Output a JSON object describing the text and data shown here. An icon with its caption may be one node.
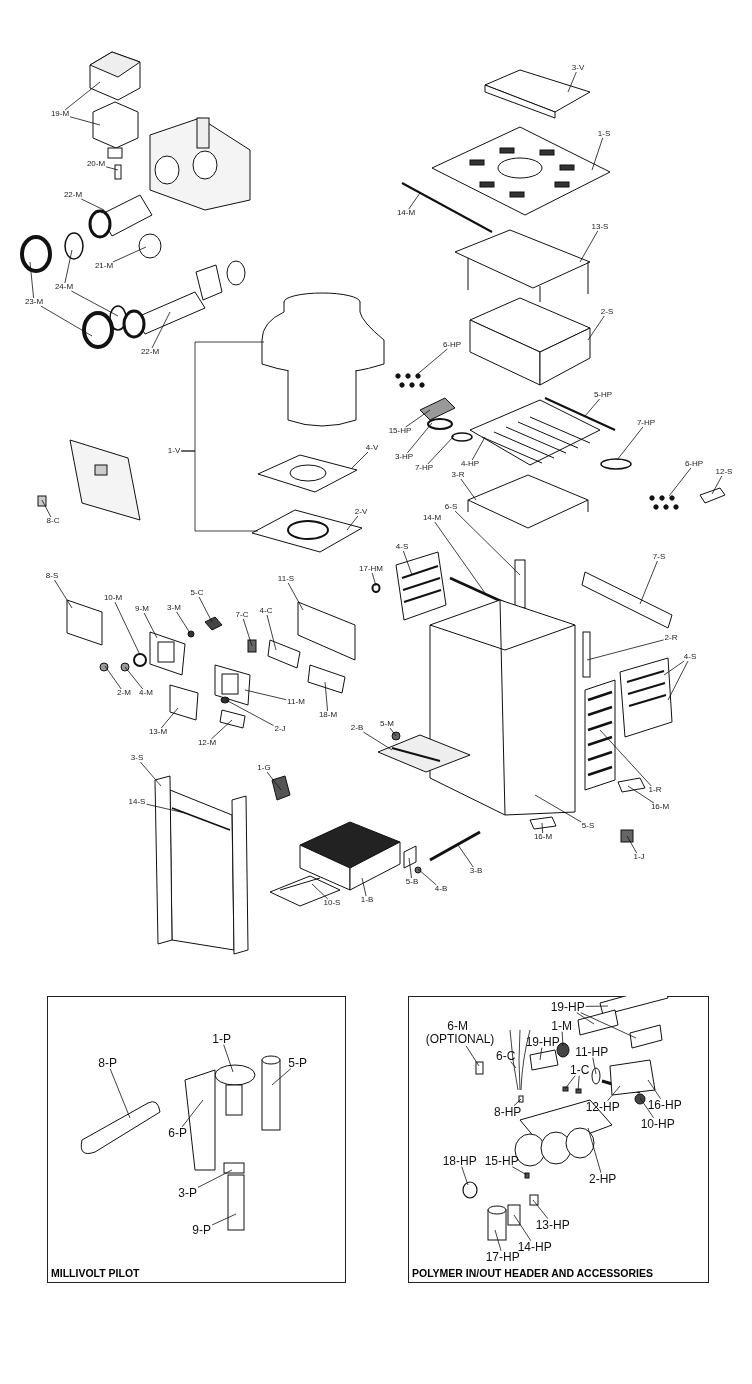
{
  "diagram": {
    "nodes": [
      {
        "text": [
          "19-M"
        ]
      },
      {
        "text": [
          "20-M"
        ]
      },
      {
        "text": [
          "22-M"
        ]
      },
      {
        "text": [
          "21-M"
        ]
      },
      {
        "text": [
          "24-M"
        ]
      },
      {
        "text": [
          "23-M"
        ]
      },
      {
        "text": [
          "22-M"
        ]
      },
      {
        "text": [
          "1-V"
        ]
      },
      {
        "text": [
          "4-V"
        ]
      },
      {
        "text": [
          "2-V"
        ]
      },
      {
        "text": [
          "8-C"
        ]
      },
      {
        "text": [
          "3-V"
        ]
      },
      {
        "text": [
          "1-S"
        ]
      },
      {
        "text": [
          "14-M"
        ]
      },
      {
        "text": [
          "13-S"
        ]
      },
      {
        "text": [
          "2-S"
        ]
      },
      {
        "text": [
          "6-HP"
        ]
      },
      {
        "text": [
          "15-HP"
        ]
      },
      {
        "text": [
          "3-HP"
        ]
      },
      {
        "text": [
          "7-HP"
        ]
      },
      {
        "text": [
          "4-HP"
        ]
      },
      {
        "text": [
          "5-HP"
        ]
      },
      {
        "text": [
          "7-HP"
        ]
      },
      {
        "text": [
          "6-HP"
        ]
      },
      {
        "text": [
          "12-S"
        ]
      },
      {
        "text": [
          "3-R"
        ]
      },
      {
        "text": [
          "6-S"
        ]
      },
      {
        "text": [
          "14-M"
        ]
      },
      {
        "text": [
          "4-S"
        ]
      },
      {
        "text": [
          "17-HM"
        ]
      },
      {
        "text": [
          "7-S"
        ]
      },
      {
        "text": [
          "2-R"
        ]
      },
      {
        "text": [
          "4-S"
        ]
      },
      {
        "text": [
          "1-R"
        ]
      },
      {
        "text": [
          "16-M"
        ]
      },
      {
        "text": [
          "5-S"
        ]
      },
      {
        "text": [
          "16-M"
        ]
      },
      {
        "text": [
          "1-J"
        ]
      },
      {
        "text": [
          "5-M"
        ]
      },
      {
        "text": [
          "2-B"
        ]
      },
      {
        "text": [
          "3-B"
        ]
      },
      {
        "text": [
          "4-B"
        ]
      },
      {
        "text": [
          "5-B"
        ]
      },
      {
        "text": [
          "1-B"
        ]
      },
      {
        "text": [
          "10-S"
        ]
      },
      {
        "text": [
          "1-G"
        ]
      },
      {
        "text": [
          "3-S"
        ]
      },
      {
        "text": [
          "14-S"
        ]
      },
      {
        "text": [
          "8-S"
        ]
      },
      {
        "text": [
          "10-M"
        ]
      },
      {
        "text": [
          "9-M"
        ]
      },
      {
        "text": [
          "3-M"
        ]
      },
      {
        "text": [
          "5-C"
        ]
      },
      {
        "text": [
          "7-C"
        ]
      },
      {
        "text": [
          "4-C"
        ]
      },
      {
        "text": [
          "11-S"
        ]
      },
      {
        "text": [
          "2-M"
        ]
      },
      {
        "text": [
          "4-M"
        ]
      },
      {
        "text": [
          "11-M"
        ]
      },
      {
        "text": [
          "18-M"
        ]
      },
      {
        "text": [
          "2-J"
        ]
      },
      {
        "text": [
          "13-M"
        ]
      },
      {
        "text": [
          "12-M"
        ]
      },
      {
        "text": [
          "MILLIVOLT PILOT"
        ]
      },
      {
        "text": [
          "1-P"
        ],
        "in": 63
      },
      {
        "text": [
          "5-P"
        ],
        "in": 63
      },
      {
        "text": [
          "8-P"
        ],
        "in": 63
      },
      {
        "text": [
          "6-P"
        ],
        "in": 63
      },
      {
        "text": [
          "3-P"
        ],
        "in": 63
      },
      {
        "text": [
          "9-P"
        ],
        "in": 63
      },
      {
        "text": [
          "POLYMER IN/OUT HEADER AND ACCESSORIES"
        ]
      },
      {
        "text": [
          "19-HP"
        ],
        "in": 70
      },
      {
        "text": [
          "6-M (OPTIONAL)"
        ],
        "in": 70
      },
      {
        "text": [
          "1-M"
        ],
        "in": 70
      },
      {
        "text": [
          "6-C"
        ],
        "in": 70
      },
      {
        "text": [
          "19-HP"
        ],
        "in": 70
      },
      {
        "text": [
          "11-HP"
        ],
        "in": 70
      },
      {
        "text": [
          "1-C"
        ],
        "in": 70
      },
      {
        "text": [
          "8-HP"
        ],
        "in": 70
      },
      {
        "text": [
          "12-HP"
        ],
        "in": 70
      },
      {
        "text": [
          "16-HP"
        ],
        "in": 70
      },
      {
        "text": [
          "10-HP"
        ],
        "in": 70
      },
      {
        "text": [
          "2-HP"
        ],
        "in": 70
      },
      {
        "text": [
          "18-HP"
        ],
        "in": 70
      },
      {
        "text": [
          "15-HP"
        ],
        "in": 70
      },
      {
        "text": [
          "13-HP"
        ],
        "in": 70
      },
      {
        "text": [
          "14-HP"
        ],
        "in": 70
      },
      {
        "text": [
          "17-HP"
        ],
        "in": 70
      },
      {
        "text": [],
        "shape": "box"
      },
      {
        "text": [],
        "shape": "box"
      },
      {
        "text": [],
        "shape": "box"
      },
      {
        "text": [],
        "shape": "picture"
      },
      {
        "text": [],
        "shape": "circle"
      },
      {
        "text": [],
        "shape": "circle"
      },
      {
        "text": [],
        "shape": "circle"
      },
      {
        "text": [],
        "shape": "circle"
      },
      {
        "text": [],
        "shape": "circle"
      },
      {
        "text": [],
        "shape": "picture"
      },
      {
        "text": [],
        "shape": "cylinder"
      },
      {
        "text": [],
        "shape": "picture"
      },
      {
        "text": [],
        "shape": "picture"
      },
      {
        "text": [],
        "shape": "box"
      },
      {
        "text": [],
        "shape": "box"
      },
      {
        "text": [],
        "shape": "picture"
      },
      {
        "text": [],
        "shape": "bar"
      },
      {
        "text": [],
        "shape": "picture"
      },
      {
        "text": [],
        "shape": "box"
      },
      {
        "text": [],
        "shape": "picture"
      },
      {
        "text": [],
        "shape": "box"
      },
      {
        "text": [],
        "shape": "circle"
      },
      {
        "text": [],
        "shape": "circle"
      },
      {
        "text": [],
        "shape": "picture"
      },
      {
        "text": [],
        "shape": "bar"
      },
      {
        "text": [],
        "shape": "circle"
      },
      {
        "text": [],
        "shape": "picture"
      },
      {
        "text": [],
        "shape": "box"
      },
      {
        "text": [],
        "shape": "picture"
      },
      {
        "text": [],
        "shape": "bar"
      },
      {
        "text": [],
        "shape": "bar"
      },
      {
        "text": [],
        "shape": "picture"
      },
      {
        "text": [],
        "shape": "circle"
      },
      {
        "text": [],
        "shape": "box"
      },
      {
        "text": [],
        "shape": "bar"
      },
      {
        "text": [],
        "shape": "picture"
      },
      {
        "text": [],
        "shape": "picture"
      },
      {
        "text": [],
        "shape": "box"
      },
      {
        "text": [],
        "shape": "picture"
      },
      {
        "text": [],
        "shape": "box"
      },
      {
        "text": [],
        "shape": "box"
      },
      {
        "text": [],
        "shape": "circle"
      },
      {
        "text": [],
        "shape": "picture"
      },
      {
        "text": [],
        "shape": "bar"
      },
      {
        "text": [],
        "shape": "circle"
      },
      {
        "text": [],
        "shape": "box"
      },
      {
        "text": [],
        "shape": "picture"
      },
      {
        "text": [],
        "shape": "picture"
      },
      {
        "text": [],
        "shape": "box"
      },
      {
        "text": [],
        "shape": "box"
      },
      {
        "text": [],
        "shape": "bar"
      },
      {
        "text": [],
        "shape": "box"
      },
      {
        "text": [],
        "shape": "circle"
      },
      {
        "text": [],
        "shape": "picture"
      },
      {
        "text": [],
        "shape": "circle"
      },
      {
        "text": [],
        "shape": "box"
      },
      {
        "text": [],
        "shape": "box"
      },
      {
        "text": [],
        "shape": "box"
      },
      {
        "text": [],
        "shape": "box"
      },
      {
        "text": [],
        "shape": "circle"
      },
      {
        "text": [],
        "shape": "circle"
      },
      {
        "text": [],
        "shape": "picture"
      },
      {
        "text": [],
        "shape": "box"
      },
      {
        "text": [],
        "shape": "circle"
      },
      {
        "text": [],
        "shape": "box"
      },
      {
        "text": [],
        "shape": "box"
      },
      {
        "text": [],
        "shape": "cylinder",
        "in": 63
      },
      {
        "text": [],
        "shape": "cylinder",
        "in": 63
      },
      {
        "text": [],
        "shape": "cylinder",
        "in": 63
      },
      {
        "text": [],
        "shape": "box",
        "in": 63
      },
      {
        "text": [],
        "shape": "box",
        "in": 63
      },
      {
        "text": [],
        "shape": "cylinder",
        "in": 63
      },
      {
        "text": [],
        "shape": "box",
        "in": 70
      },
      {
        "text": [],
        "shape": "box",
        "in": 70
      },
      {
        "text": [],
        "shape": "box",
        "in": 70
      },
      {
        "text": [],
        "shape": "box",
        "in": 70
      },
      {
        "text": [],
        "shape": "circle",
        "in": 70
      },
      {
        "text": [],
        "shape": "picture",
        "in": 70
      },
      {
        "text": [],
        "shape": "box",
        "in": 70
      },
      {
        "text": [],
        "shape": "circle",
        "in": 70
      },
      {
        "text": [],
        "shape": "box",
        "in": 70
      },
      {
        "text": [],
        "shape": "box",
        "in": 70
      },
      {
        "text": [],
        "shape": "box",
        "in": 70
      },
      {
        "text": [],
        "shape": "bar",
        "in": 70
      },
      {
        "text": [],
        "shape": "box",
        "in": 70
      },
      {
        "text": [],
        "shape": "circle",
        "in": 70
      },
      {
        "text": [],
        "shape": "picture",
        "in": 70
      },
      {
        "text": [],
        "shape": "circle",
        "in": 70
      },
      {
        "text": [],
        "shape": "box",
        "in": 70
      },
      {
        "text": [],
        "shape": "box",
        "in": 70
      },
      {
        "text": [],
        "shape": "box",
        "in": 70
      },
      {
        "text": [],
        "shape": "cylinder",
        "in": 70
      }
    ],
    "edges": [
      {
        "from": 0,
        "to": 88,
        "arrow": "none"
      },
      {
        "from": 0,
        "to": 89,
        "arrow": "none"
      },
      {
        "from": 1,
        "to": 90,
        "arrow": "none"
      },
      {
        "from": 2,
        "to": 91,
        "arrow": "none"
      },
      {
        "from": 3,
        "to": 92,
        "arrow": "none"
      },
      {
        "from": 4,
        "to": 93,
        "arrow": "none"
      },
      {
        "from": 4,
        "to": 94,
        "arrow": "none"
      },
      {
        "from": 5,
        "to": 95,
        "arrow": "none"
      },
      {
        "from": 5,
        "to": 96,
        "arrow": "none"
      },
      {
        "from": 6,
        "to": 97,
        "arrow": "none"
      },
      {
        "from": 7,
        "to": 98,
        "arrow": "none"
      },
      {
        "from": 7,
        "to": 99,
        "arrow": "none"
      },
      {
        "from": 8,
        "to": 100,
        "arrow": "none"
      },
      {
        "from": 9,
        "to": 99,
        "arrow": "none"
      },
      {
        "from": 10,
        "to": 101,
        "arrow": "none"
      },
      {
        "from": 11,
        "to": 102,
        "arrow": "none"
      },
      {
        "from": 12,
        "to": 103,
        "arrow": "none"
      },
      {
        "from": 13,
        "to": 104,
        "arrow": "none"
      },
      {
        "from": 14,
        "to": 105,
        "arrow": "none"
      },
      {
        "from": 15,
        "to": 106,
        "arrow": "none"
      },
      {
        "from": 16,
        "to": 107,
        "arrow": "none"
      },
      {
        "from": 17,
        "to": 108,
        "arrow": "none"
      },
      {
        "from": 18,
        "to": 109,
        "arrow": "none"
      },
      {
        "from": 19,
        "to": 110,
        "arrow": "none"
      },
      {
        "from": 20,
        "to": 111,
        "arrow": "none"
      },
      {
        "from": 21,
        "to": 112,
        "arrow": "none"
      },
      {
        "from": 22,
        "to": 113,
        "arrow": "none"
      },
      {
        "from": 23,
        "to": 114,
        "arrow": "none"
      },
      {
        "from": 24,
        "to": 115,
        "arrow": "none"
      },
      {
        "from": 25,
        "to": 116,
        "arrow": "none"
      },
      {
        "from": 26,
        "to": 117,
        "arrow": "none"
      },
      {
        "from": 27,
        "to": 118,
        "arrow": "none"
      },
      {
        "from": 28,
        "to": 119,
        "arrow": "none"
      },
      {
        "from": 29,
        "to": 120,
        "arrow": "none"
      },
      {
        "from": 30,
        "to": 121,
        "arrow": "none"
      },
      {
        "from": 31,
        "to": 122,
        "arrow": "none"
      },
      {
        "from": 32,
        "to": 123,
        "arrow": "none"
      },
      {
        "from": 32,
        "to": 123,
        "arrow": "none"
      },
      {
        "from": 33,
        "to": 124,
        "arrow": "none"
      },
      {
        "from": 34,
        "to": 125,
        "arrow": "none"
      },
      {
        "from": 35,
        "to": 126,
        "arrow": "none"
      },
      {
        "from": 36,
        "to": 127,
        "arrow": "none"
      },
      {
        "from": 37,
        "to": 128,
        "arrow": "none"
      },
      {
        "from": 38,
        "to": 129,
        "arrow": "none"
      },
      {
        "from": 39,
        "to": 130,
        "arrow": "none"
      },
      {
        "from": 40,
        "to": 131,
        "arrow": "none"
      },
      {
        "from": 41,
        "to": 132,
        "arrow": "none"
      },
      {
        "from": 42,
        "to": 133,
        "arrow": "none"
      },
      {
        "from": 43,
        "to": 134,
        "arrow": "none"
      },
      {
        "from": 44,
        "to": 135,
        "arrow": "none"
      },
      {
        "from": 45,
        "to": 136,
        "arrow": "none"
      },
      {
        "from": 46,
        "to": 137,
        "arrow": "none"
      },
      {
        "from": 47,
        "to": 138,
        "arrow": "none"
      },
      {
        "from": 48,
        "to": 139,
        "arrow": "none"
      },
      {
        "from": 49,
        "to": 140,
        "arrow": "none"
      },
      {
        "from": 50,
        "to": 141,
        "arrow": "none"
      },
      {
        "from": 51,
        "to": 142,
        "arrow": "none"
      },
      {
        "from": 52,
        "to": 143,
        "arrow": "none"
      },
      {
        "from": 53,
        "to": 144,
        "arrow": "none"
      },
      {
        "from": 54,
        "to": 145,
        "arrow": "none"
      },
      {
        "from": 55,
        "to": 146,
        "arrow": "none"
      },
      {
        "from": 56,
        "to": 147,
        "arrow": "none"
      },
      {
        "from": 57,
        "to": 148,
        "arrow": "none"
      },
      {
        "from": 58,
        "to": 149,
        "arrow": "none"
      },
      {
        "from": 59,
        "to": 150,
        "arrow": "none"
      },
      {
        "from": 60,
        "to": 151,
        "arrow": "none"
      },
      {
        "from": 61,
        "to": 152,
        "arrow": "none"
      },
      {
        "from": 62,
        "to": 153,
        "arrow": "none"
      },
      {
        "from": 64,
        "to": 154,
        "arrow": "none"
      },
      {
        "from": 65,
        "to": 155,
        "arrow": "none"
      },
      {
        "from": 66,
        "to": 156,
        "arrow": "none"
      },
      {
        "from": 67,
        "to": 157,
        "arrow": "none"
      },
      {
        "from": 68,
        "to": 158,
        "arrow": "none"
      },
      {
        "from": 69,
        "to": 159,
        "arrow": "none"
      },
      {
        "from": 71,
        "to": 160,
        "arrow": "none"
      },
      {
        "from": 71,
        "to": 161,
        "arrow": "none"
      },
      {
        "from": 71,
        "to": 162,
        "arrow": "none"
      },
      {
        "from": 72,
        "to": 163,
        "arrow": "none"
      },
      {
        "from": 73,
        "to": 164,
        "arrow": "none"
      },
      {
        "from": 74,
        "to": 165,
        "arrow": "none"
      },
      {
        "from": 75,
        "to": 166,
        "arrow": "none"
      },
      {
        "from": 76,
        "to": 167,
        "arrow": "none"
      },
      {
        "from": 77,
        "to": 168,
        "arrow": "none"
      },
      {
        "from": 77,
        "to": 169,
        "arrow": "none"
      },
      {
        "from": 78,
        "to": 170,
        "arrow": "none"
      },
      {
        "from": 79,
        "to": 171,
        "arrow": "none"
      },
      {
        "from": 80,
        "to": 172,
        "arrow": "none"
      },
      {
        "from": 81,
        "to": 173,
        "arrow": "none"
      },
      {
        "from": 82,
        "to": 174,
        "arrow": "none"
      },
      {
        "from": 83,
        "to": 175,
        "arrow": "none"
      },
      {
        "from": 84,
        "to": 176,
        "arrow": "none"
      },
      {
        "from": 85,
        "to": 177,
        "arrow": "none"
      },
      {
        "from": 86,
        "to": 178,
        "arrow": "none"
      },
      {
        "from": 87,
        "to": 179,
        "arrow": "none"
      }
    ]
  }
}
